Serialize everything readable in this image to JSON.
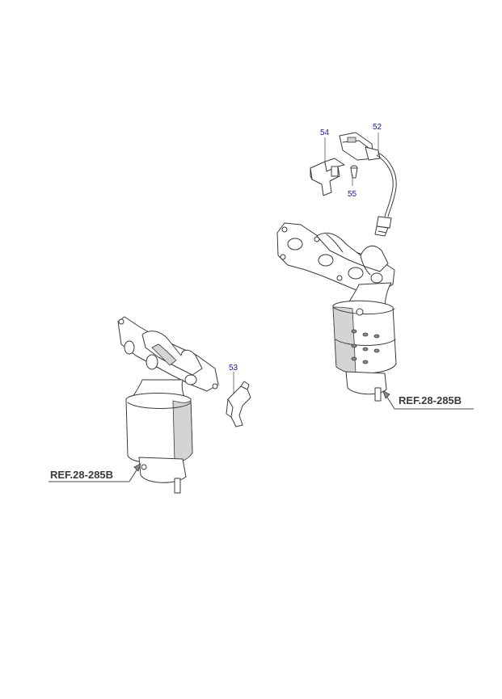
{
  "parts": [
    {
      "id": "p52",
      "number": "52"
    },
    {
      "id": "p53",
      "number": "53"
    },
    {
      "id": "p54",
      "number": "54"
    },
    {
      "id": "p55",
      "number": "55"
    }
  ],
  "references": [
    {
      "id": "ref_right",
      "label": "REF.28-285B"
    },
    {
      "id": "ref_left",
      "label": "REF.28-285B"
    }
  ],
  "colors": {
    "part_number_text": "#1a1aa0",
    "line_art": "#3a3a3a",
    "background": "#ffffff"
  }
}
